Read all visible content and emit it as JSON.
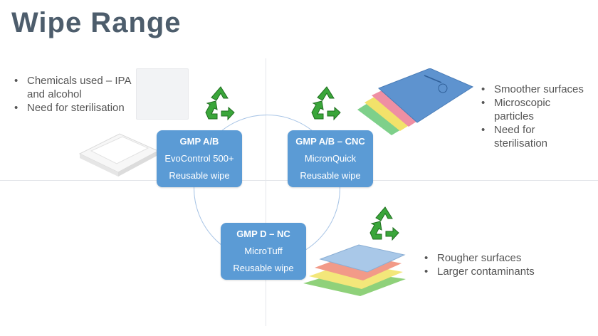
{
  "slide": {
    "title": "Wipe Range"
  },
  "boxes": [
    {
      "header": "GMP A/B",
      "product": "EvoControl 500+",
      "type": "Reusable wipe"
    },
    {
      "header": "GMP A/B – CNC",
      "product": "MicronQuick",
      "type": "Reusable wipe"
    },
    {
      "header": "GMP D – NC",
      "product": "MicroTuff",
      "type": "Reusable wipe"
    }
  ],
  "bullets_top_left": [
    "Chemicals used – IPA and alcohol",
    "Need for sterilisation"
  ],
  "bullets_top_right": [
    "Smoother surfaces",
    "Microscopic particles",
    "Need for sterilisation"
  ],
  "bullets_bottom_right": [
    "Rougher surfaces",
    "Larger contaminants"
  ],
  "icons": {
    "recycle": "recycle-icon"
  },
  "colors": {
    "box": "#5b9bd5",
    "title": "#4d5d6c",
    "recycle": "#3aa63a"
  }
}
